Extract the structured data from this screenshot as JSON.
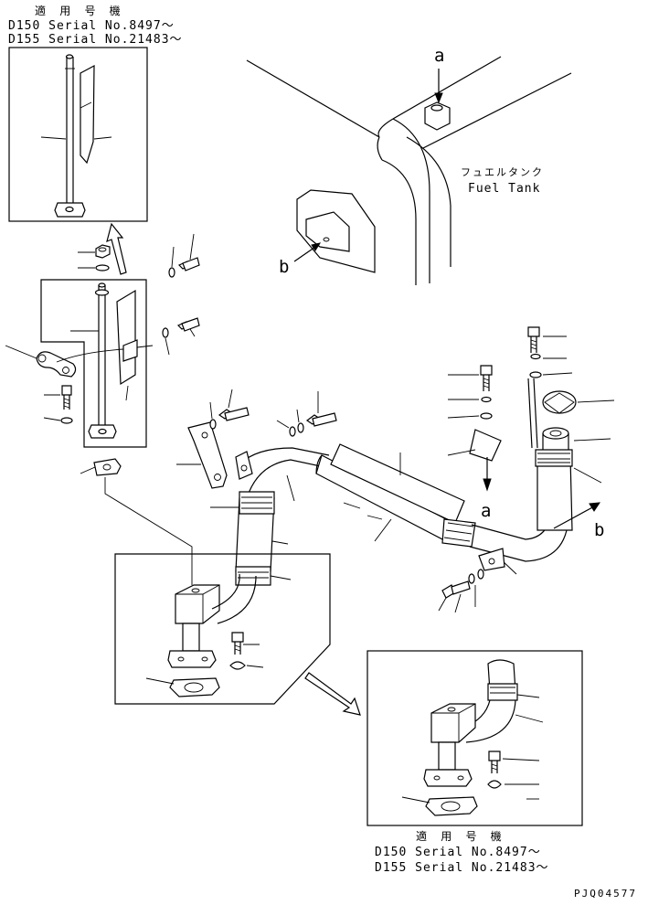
{
  "applicability_top": {
    "heading": "適 用 号 機",
    "line1": "D150 Serial No.8497～",
    "line2": "D155 Serial No.21483～"
  },
  "applicability_bottom": {
    "heading": "適 用 号 機",
    "line1": "D150 Serial No.8497～",
    "line2": "D155 Serial No.21483～"
  },
  "fuel_tank": {
    "label_jp": "フュエルタンク",
    "label_en": "Fuel Tank"
  },
  "callouts": {
    "a_top": "a",
    "b_left": "b",
    "a_bottom": "a",
    "b_right": "b"
  },
  "drawing_code": "PJQ04577"
}
